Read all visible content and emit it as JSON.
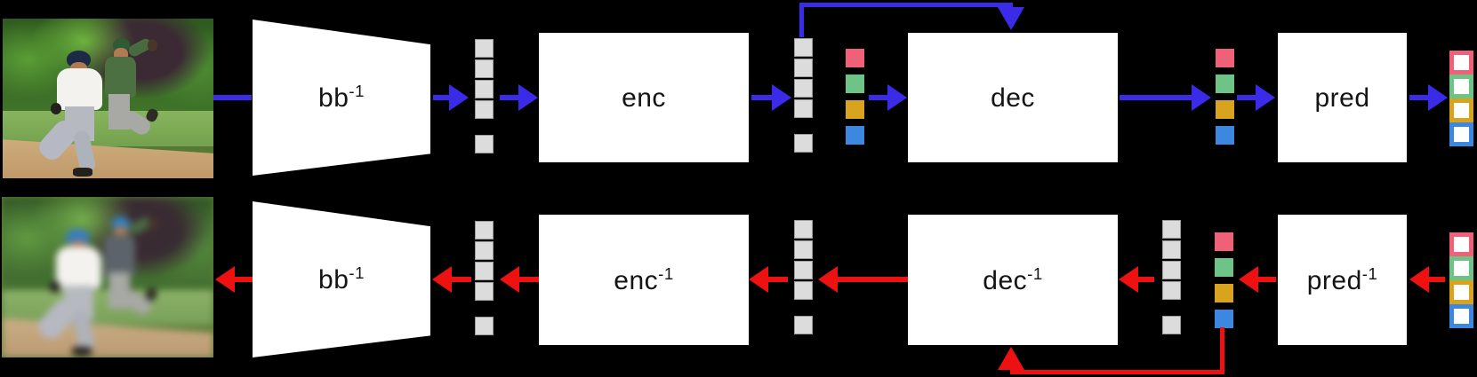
{
  "palette": {
    "background": "#000000",
    "forward_arrow_blue": "#3a2be9",
    "backward_arrow_red": "#ee1111",
    "block_fill": "#ffffff",
    "block_text": "#141414",
    "feature_token_gray": "#dcdcdc",
    "query_pink": "#ee6179",
    "query_green": "#6ec387",
    "query_gold": "#d9a41d",
    "query_blue": "#3c87e0"
  },
  "forward_row": {
    "input_image_alt": "photo of two baseball players on a field",
    "backbone_label": {
      "base": "bb",
      "sup": "-1"
    },
    "encoder_label": {
      "base": "enc",
      "sup": ""
    },
    "decoder_label": {
      "base": "dec",
      "sup": ""
    },
    "predictor_label": {
      "base": "pred",
      "sup": ""
    }
  },
  "backward_row": {
    "output_image_alt": "blurry reconstructed photo of the two baseball players",
    "backbone_label": {
      "base": "bb",
      "sup": "-1"
    },
    "encoder_label": {
      "base": "enc",
      "sup": "-1"
    },
    "decoder_label": {
      "base": "dec",
      "sup": "-1"
    },
    "predictor_label": {
      "base": "pred",
      "sup": "-1"
    }
  },
  "tokens": {
    "gray_column_count": 5,
    "gray_column_note": "4 stacked feature tokens, gap, 1 more token",
    "query_column_colors": [
      "pink",
      "green",
      "gold",
      "blue"
    ],
    "output_column_style": "white squares with colored outlines"
  },
  "edges": [
    {
      "row": "forward",
      "from": "input-image",
      "to": "backbone-inverse",
      "color": "blue"
    },
    {
      "row": "forward",
      "from": "backbone-inverse",
      "to": "feature-tokens",
      "color": "blue"
    },
    {
      "row": "forward",
      "from": "feature-tokens",
      "to": "encoder",
      "color": "blue"
    },
    {
      "row": "forward",
      "from": "encoder",
      "to": "encoded-tokens",
      "color": "blue"
    },
    {
      "row": "forward",
      "from": "encoded-tokens-and-queries",
      "to": "decoder",
      "color": "blue"
    },
    {
      "row": "forward",
      "from": "encoded-tokens",
      "to": "decoder-top",
      "color": "blue",
      "shape": "over-the-top skip"
    },
    {
      "row": "forward",
      "from": "decoder",
      "to": "decoded-queries",
      "color": "blue"
    },
    {
      "row": "forward",
      "from": "decoded-queries",
      "to": "predictor",
      "color": "blue"
    },
    {
      "row": "forward",
      "from": "predictor",
      "to": "predictions",
      "color": "blue"
    },
    {
      "row": "backward",
      "from": "predictions",
      "to": "predictor-inverse",
      "color": "red"
    },
    {
      "row": "backward",
      "from": "predictor-inverse",
      "to": "decoded-queries",
      "color": "red"
    },
    {
      "row": "backward",
      "from": "queries-and-tokens",
      "to": "decoder-inverse",
      "color": "red"
    },
    {
      "row": "backward",
      "from": "blue-query",
      "to": "decoder-inverse-bottom",
      "color": "red",
      "shape": "under-the-bottom feedback"
    },
    {
      "row": "backward",
      "from": "decoder-inverse",
      "to": "encoded-tokens",
      "color": "red"
    },
    {
      "row": "backward",
      "from": "encoded-tokens",
      "to": "encoder-inverse",
      "color": "red"
    },
    {
      "row": "backward",
      "from": "encoder-inverse",
      "to": "feature-tokens",
      "color": "red"
    },
    {
      "row": "backward",
      "from": "feature-tokens",
      "to": "backbone-inverse",
      "color": "red"
    },
    {
      "row": "backward",
      "from": "backbone-inverse",
      "to": "reconstructed-image",
      "color": "red"
    }
  ]
}
